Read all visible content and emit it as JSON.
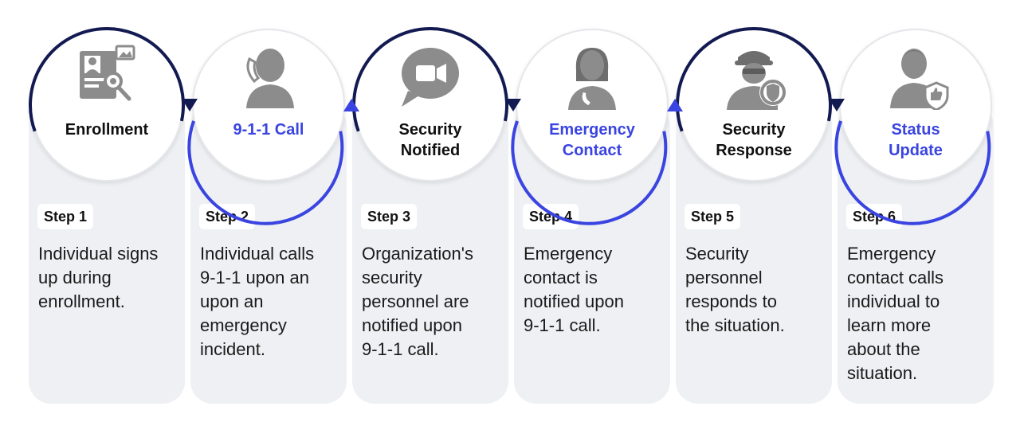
{
  "colors": {
    "navy": "#131a52",
    "blue": "#3a44e0",
    "icon_gray": "#8c8c8c",
    "card_bg": "#eef0f3"
  },
  "steps": [
    {
      "title_lines": [
        "Enrollment"
      ],
      "title_color": "dark",
      "step_label": "Step 1",
      "description_lines": [
        "Individual signs",
        "up during",
        "enrollment."
      ],
      "icon": "enrollment-icon"
    },
    {
      "title_lines": [
        "9-1-1 Call"
      ],
      "title_color": "blue",
      "step_label": "Step 2",
      "description_lines": [
        "Individual calls",
        "9-1-1 upon an",
        "upon an",
        "emergency",
        "incident."
      ],
      "icon": "phone-call-icon"
    },
    {
      "title_lines": [
        "Security",
        "Notified"
      ],
      "title_color": "dark",
      "step_label": "Step 3",
      "description_lines": [
        "Organization's",
        "security",
        "personnel are",
        "notified upon",
        "9-1-1 call."
      ],
      "icon": "video-chat-icon"
    },
    {
      "title_lines": [
        "Emergency",
        "Contact"
      ],
      "title_color": "blue",
      "step_label": "Step 4",
      "description_lines": [
        "Emergency",
        "contact is",
        "notified upon",
        "9-1-1 call."
      ],
      "icon": "contact-person-icon"
    },
    {
      "title_lines": [
        "Security",
        "Response"
      ],
      "title_color": "dark",
      "step_label": "Step 5",
      "description_lines": [
        "Security",
        "personnel",
        "responds to",
        "the situation."
      ],
      "icon": "security-guard-icon"
    },
    {
      "title_lines": [
        "Status",
        "Update"
      ],
      "title_color": "blue",
      "step_label": "Step 6",
      "description_lines": [
        "Emergency",
        "contact calls",
        "individual to",
        "learn more",
        "about the",
        "situation."
      ],
      "icon": "thumbs-up-user-icon"
    }
  ]
}
